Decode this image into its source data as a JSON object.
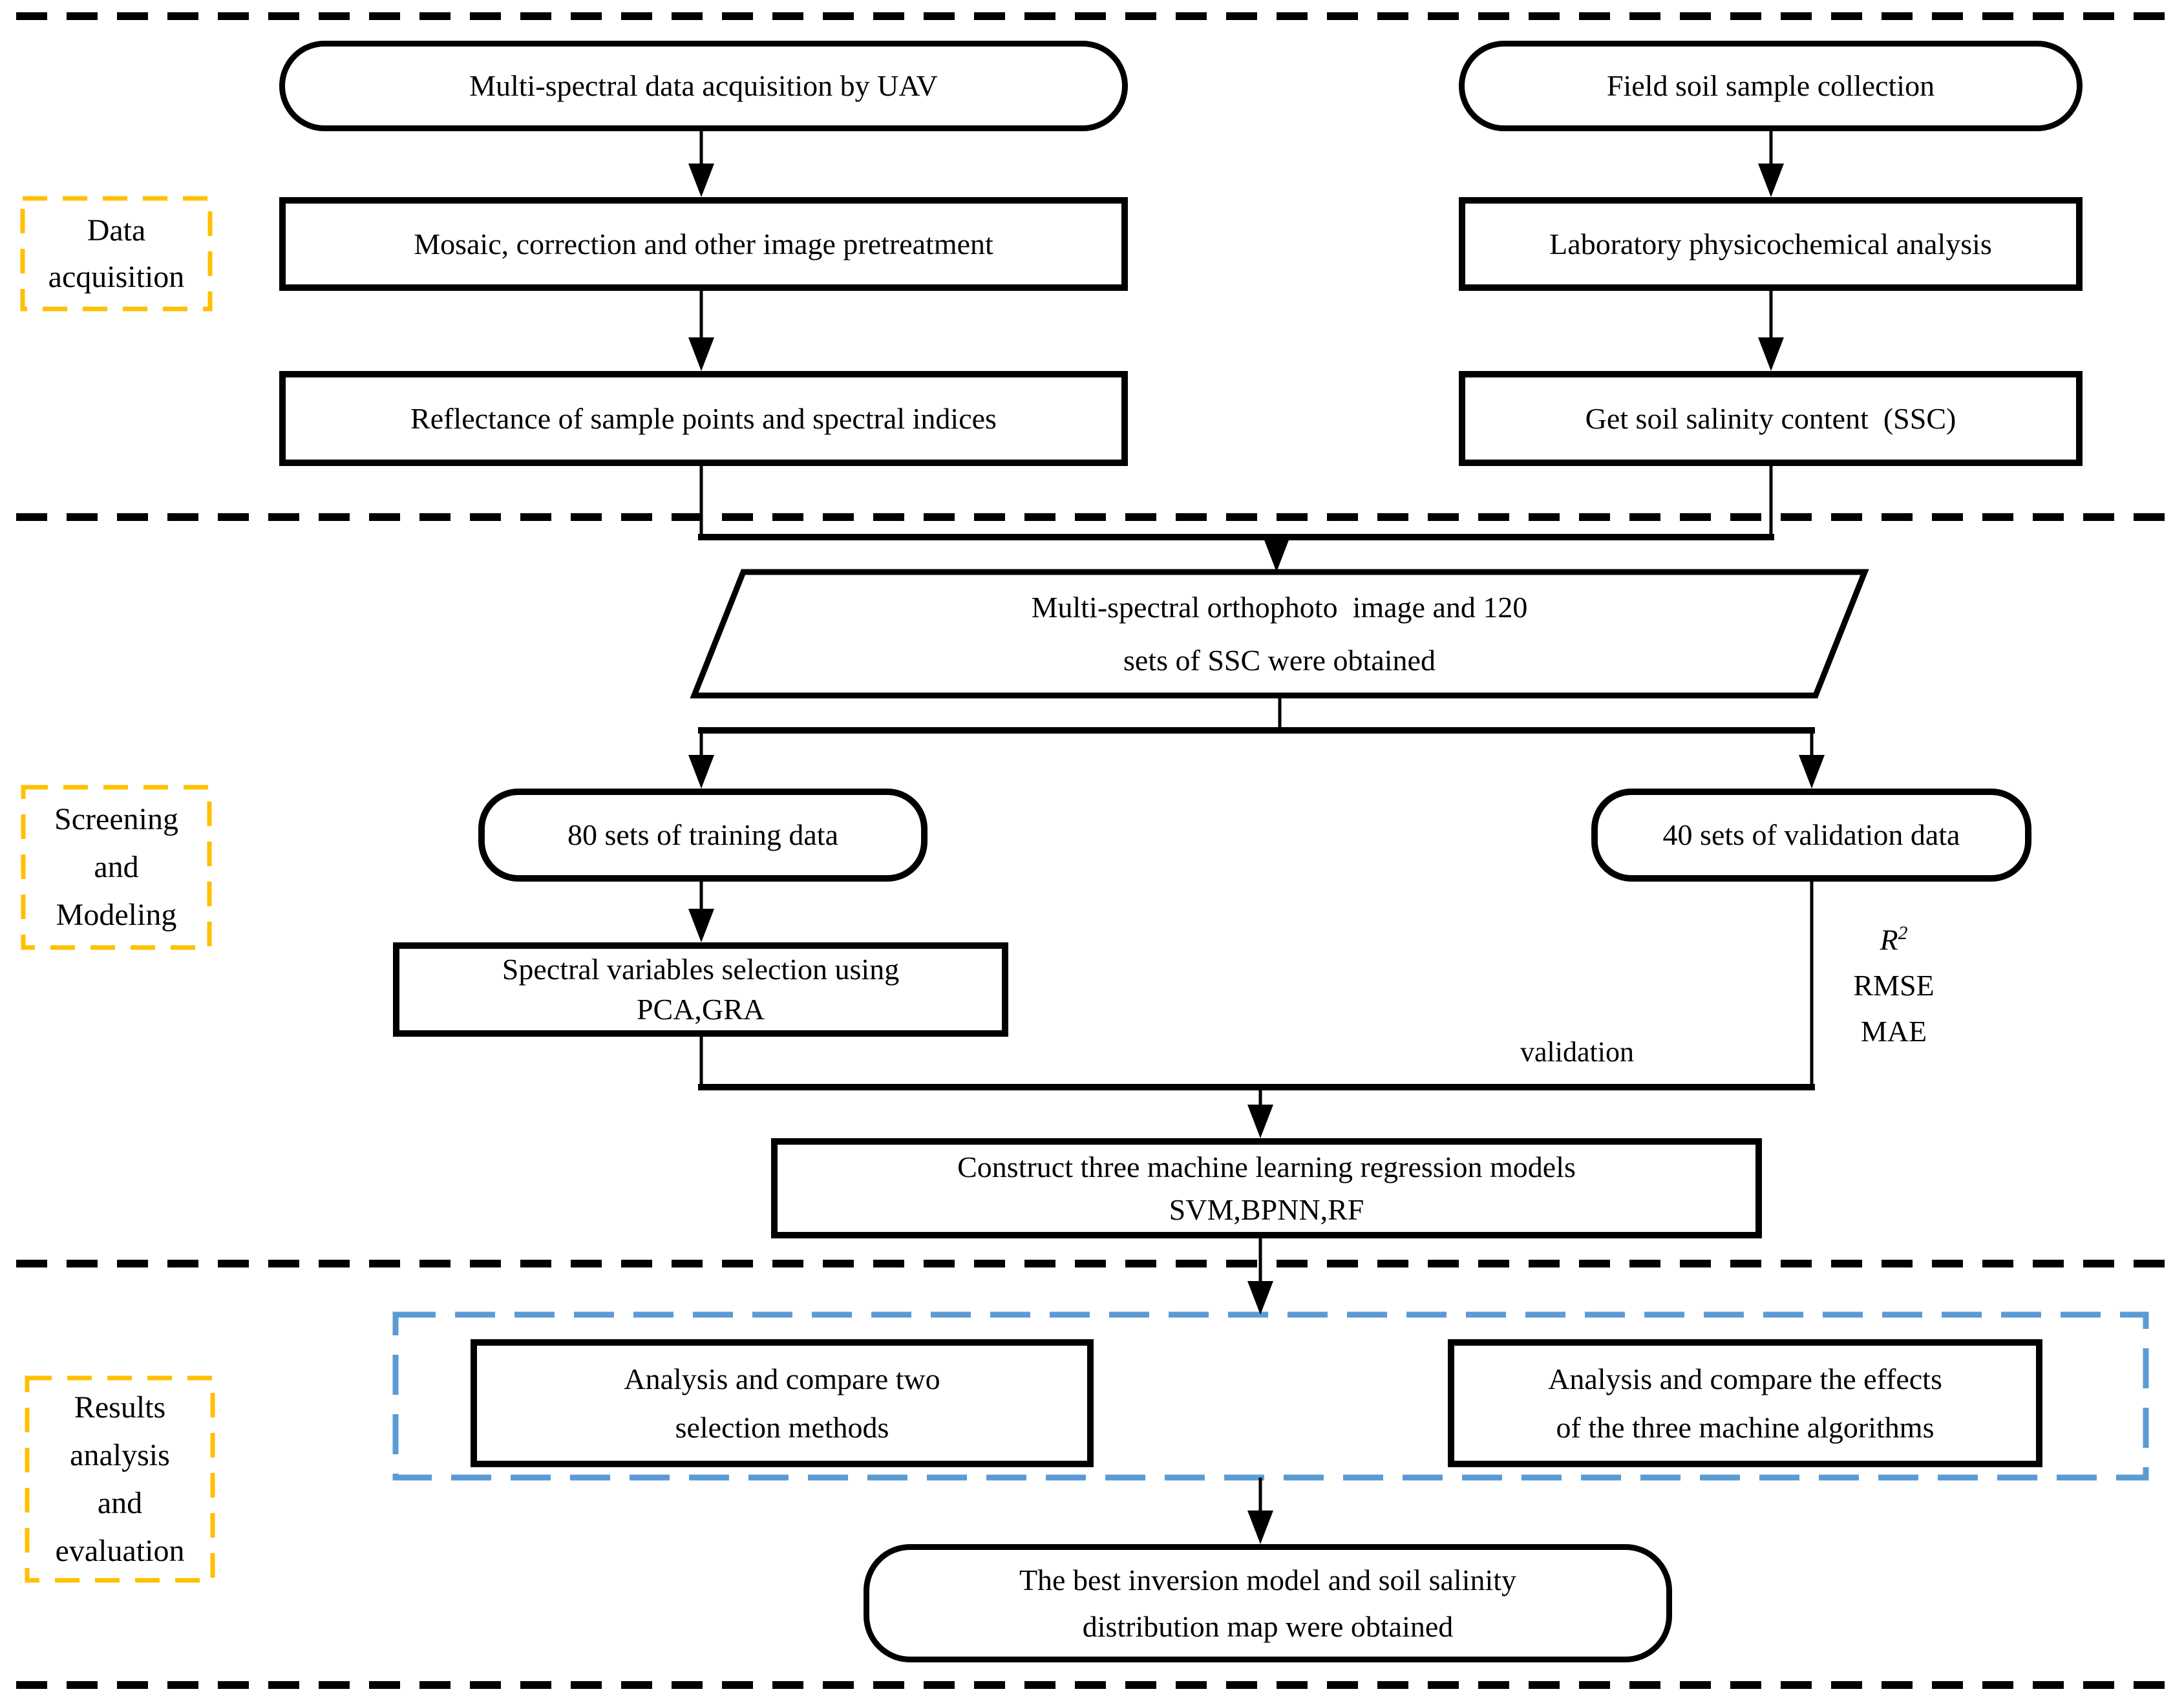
{
  "figure": {
    "sections": {
      "data_acquisition": "Data\nacquisition",
      "screening_modeling": "Screening\nand\nModeling",
      "results_evaluation": "Results\nanalysis\nand\nevaluation"
    },
    "nodes": {
      "uav": "Multi-spectral data acquisition by UAV",
      "field": "Field soil sample collection",
      "mosaic": "Mosaic, correction and other image pretreatment",
      "lab": "Laboratory physicochemical analysis",
      "reflectance": "Reflectance of sample points and spectral indices",
      "ssc": "Get soil salinity content  (SSC)",
      "orthophoto": "Multi-spectral orthophoto  image and 120\nsets of SSC were obtained",
      "training": "80 sets of training data",
      "validation_sets": "40 sets of validation data",
      "spectral_selection": "Spectral variables selection using\nPCA,GRA",
      "construct_models": "Construct three machine learning regression models\nSVM,BPNN,RF",
      "compare_selection": "Analysis and compare two\nselection methods",
      "compare_algorithms": "Analysis and compare the effects\nof the three machine algorithms",
      "best_model": "The best inversion model and soil salinity\ndistribution map were obtained"
    },
    "annotations": {
      "validation": "validation",
      "metric_r": "R",
      "metric_r_sup": "2",
      "metric_rmse": "RMSE",
      "metric_mae": "MAE"
    },
    "colors": {
      "section_label_border": "#FFC000",
      "results_group_border": "#5B9BD5",
      "ink": "#000000"
    }
  }
}
